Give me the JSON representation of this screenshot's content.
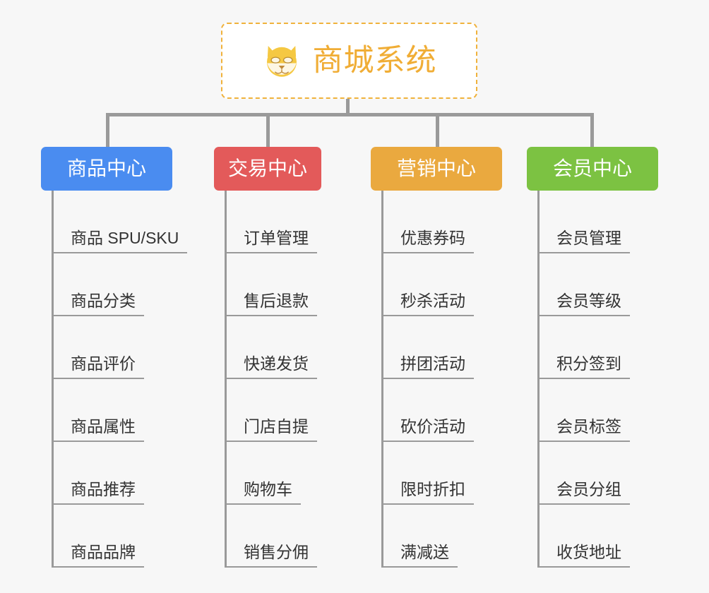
{
  "page": {
    "background_color": "#f7f7f7",
    "line_color": "#9a9a9a"
  },
  "root": {
    "title": "商城系统",
    "icon": "shiba-dog-face-icon",
    "text_color": "#f0ad35",
    "border_color": "#f0b23c",
    "background_color": "#ffffff"
  },
  "columns": [
    {
      "header": "商品中心",
      "color": "#4a8cf0",
      "items": [
        "商品 SPU/SKU",
        "商品分类",
        "商品评价",
        "商品属性",
        "商品推荐",
        "商品品牌"
      ]
    },
    {
      "header": "交易中心",
      "color": "#e35a5a",
      "items": [
        "订单管理",
        "售后退款",
        "快递发货",
        "门店自提",
        "购物车",
        "销售分佣"
      ]
    },
    {
      "header": "营销中心",
      "color": "#eaa93f",
      "items": [
        "优惠券码",
        "秒杀活动",
        "拼团活动",
        "砍价活动",
        "限时折扣",
        "满减送"
      ]
    },
    {
      "header": "会员中心",
      "color": "#7cc242",
      "items": [
        "会员管理",
        "会员等级",
        "积分签到",
        "会员标签",
        "会员分组",
        "收货地址"
      ]
    }
  ]
}
